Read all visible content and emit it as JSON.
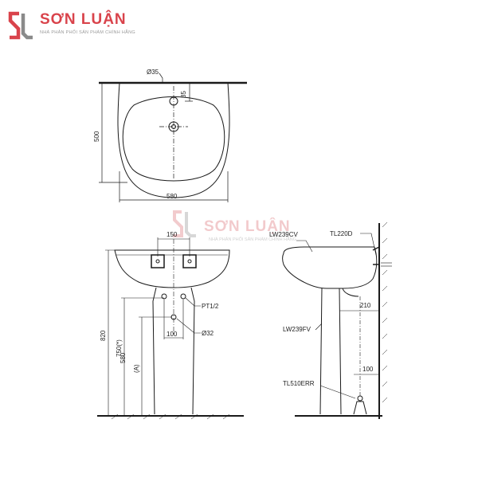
{
  "brand": {
    "name": "SƠN LUẬN",
    "tagline": "NHÀ PHÂN PHỐI SẢN PHẨM CHÍNH HÃNG",
    "color": "#d9434b"
  },
  "watermark": {
    "name": "SƠN LUẬN",
    "tagline": "NHÀ PHÂN PHỐI SẢN PHẨM CHÍNH HÃNG"
  },
  "top_view": {
    "hole_diameter": "Ø35",
    "hole_offset": "85",
    "depth": "500",
    "width": "580"
  },
  "front_view": {
    "hole_spacing": "150",
    "pipe_thread": "PT1/2",
    "base_spacing": "100",
    "drain_diameter": "Ø32",
    "total_height": "820",
    "rim_height": "750(*)",
    "drain_height": "580",
    "variable_height": "(A)"
  },
  "side_view": {
    "basin_model": "LW239CV",
    "drain_model": "TL220D",
    "pedestal_model": "LW239FV",
    "valve_model": "TL510ERR",
    "wall_offset": "210",
    "valve_offset": "100"
  }
}
